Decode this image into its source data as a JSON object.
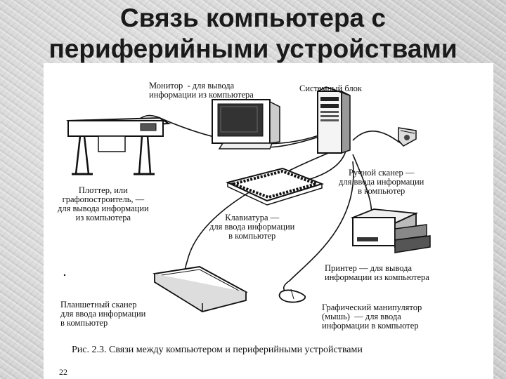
{
  "title": {
    "line1": "Связь компьютера с",
    "line2": "периферийными устройствами"
  },
  "labels": {
    "monitor": "Монитор  - для вывода\nинформации из компьютера",
    "system_unit": "Системный блок",
    "plotter": "Плоттер, или\nграфопостроитель, —\nдля вывода информации\nиз компьютера",
    "hand_scanner": "Ручной сканер —\nдля ввода информации\nв компьютер",
    "keyboard": "Клавиатура —\nдля ввода информации\nв компьютер",
    "printer": "Принтер — для вывода\nинформации из компьютера",
    "flatbed_scanner": "Планшетный сканер\nдля ввода информации\nв компьютер",
    "mouse": "Графический манипулятор\n(мышь)  — для ввода\nинформации в компьютер"
  },
  "caption": "Рис. 2.3. Связи между компьютером и периферийными устройствами",
  "page_number": "22"
}
